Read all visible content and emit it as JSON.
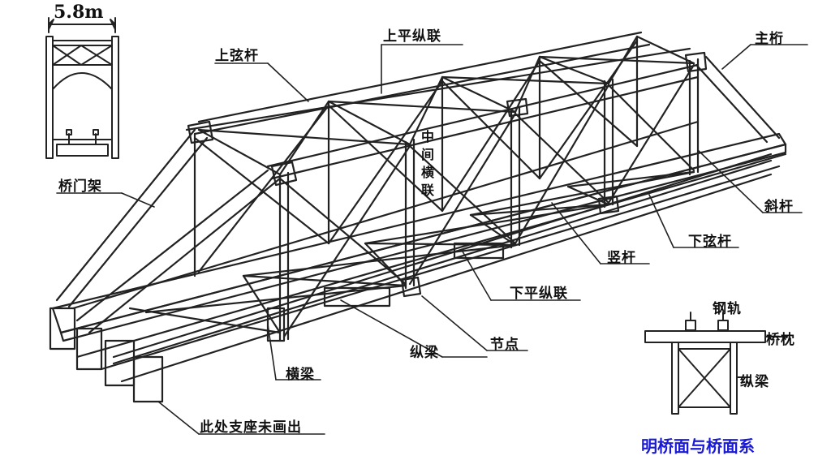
{
  "inset_width": "5.8m",
  "labels": {
    "upper_lateral_bracing": "上平纵联",
    "top_chord": "上弦杆",
    "main_truss": "主桁",
    "portal_frame": "桥门架",
    "middle_cross_frame": "中间横联",
    "diagonal": "斜杆",
    "bottom_chord": "下弦杆",
    "vertical": "竖杆",
    "lower_lateral_bracing": "下平纵联",
    "rail": "钢轨",
    "sleeper": "桥枕",
    "stringer_detail": "纵梁",
    "stringer": "纵梁",
    "node": "节点",
    "floor_beam": "横梁",
    "bearing_note": "此处支座未画出"
  },
  "caption": "明桥面与桥面系",
  "colors": {
    "line": "#222222",
    "caption": "#1a1ad6",
    "background": "#ffffff"
  }
}
